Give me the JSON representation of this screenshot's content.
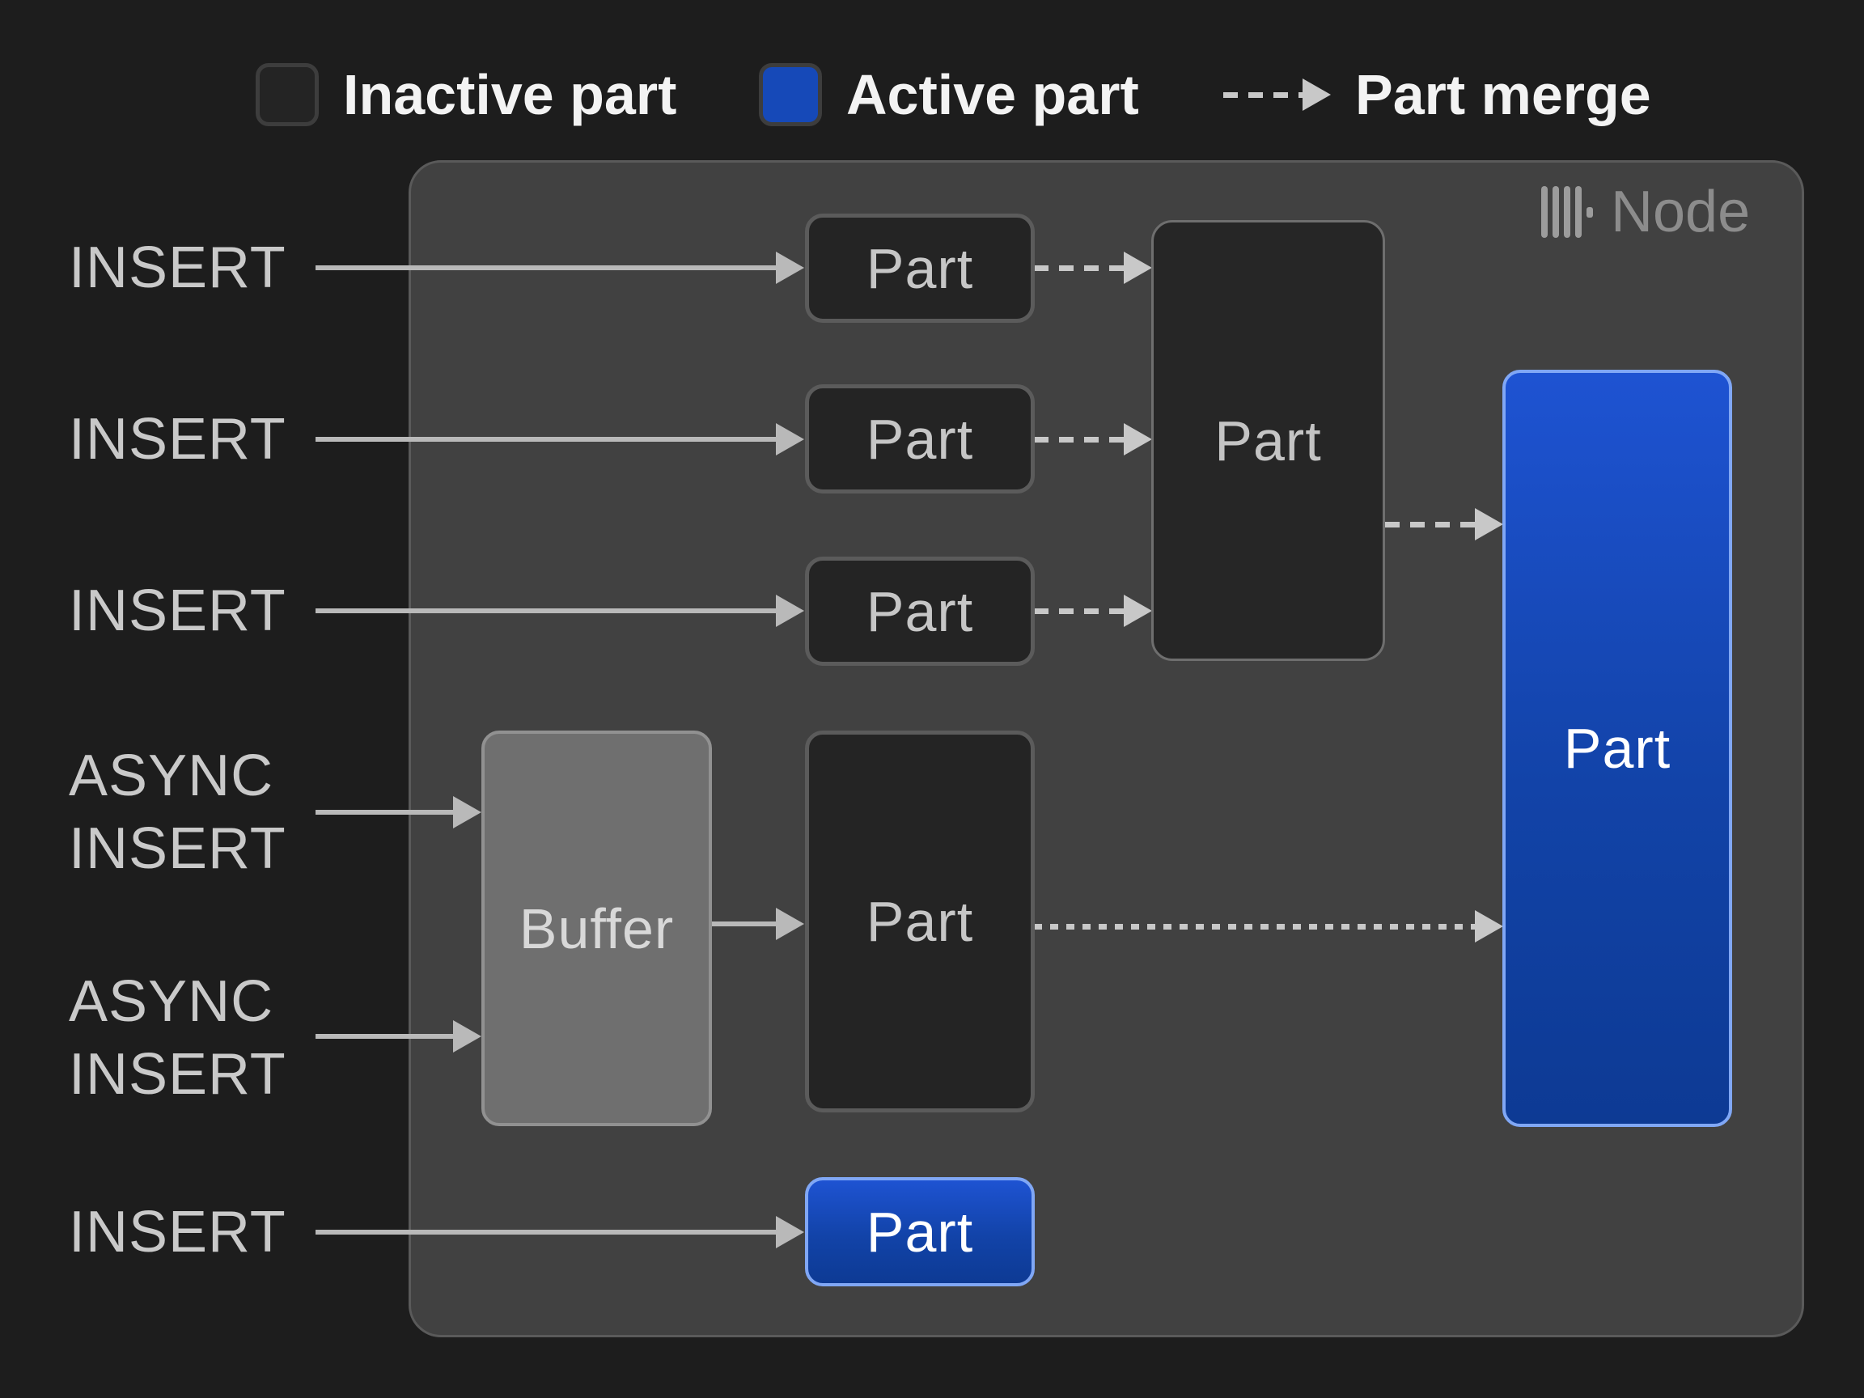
{
  "legend": {
    "inactive_label": "Inactive part",
    "active_label": "Active part",
    "merge_label": "Part merge"
  },
  "node": {
    "label": "Node",
    "logo_icon": "clickhouse-bars-icon"
  },
  "inputs": {
    "insert_top": "INSERT",
    "insert_mid": "INSERT",
    "insert_low": "INSERT",
    "async_a": {
      "line1": "ASYNC",
      "line2": "INSERT"
    },
    "async_b": {
      "line1": "ASYNC",
      "line2": "INSERT"
    },
    "insert_bottom": "INSERT"
  },
  "boxes": {
    "part_small_1": "Part",
    "part_small_2": "Part",
    "part_small_3": "Part",
    "merge_part": "Part",
    "buffer": "Buffer",
    "buffered_part": "Part",
    "active_part": "Part",
    "bottom_part": "Part"
  },
  "colors": {
    "page_background": "#1d1d1d",
    "node_background": "#414141",
    "inactive_part_fill": "#242424",
    "inactive_part_border": "#5b5b5b",
    "active_part_top": "#1e53d2",
    "active_part_bottom": "#0d3a94",
    "active_part_border": "#80a7f5",
    "legend_active_swatch": "#1649b8",
    "buffer_fill": "#6f6f6f",
    "arrow_gray": "#b9b9b9",
    "dashed_arrow_gray": "#c8c8c8",
    "label_gray": "#c9c9c9",
    "node_label_gray": "#8c8c8c"
  }
}
